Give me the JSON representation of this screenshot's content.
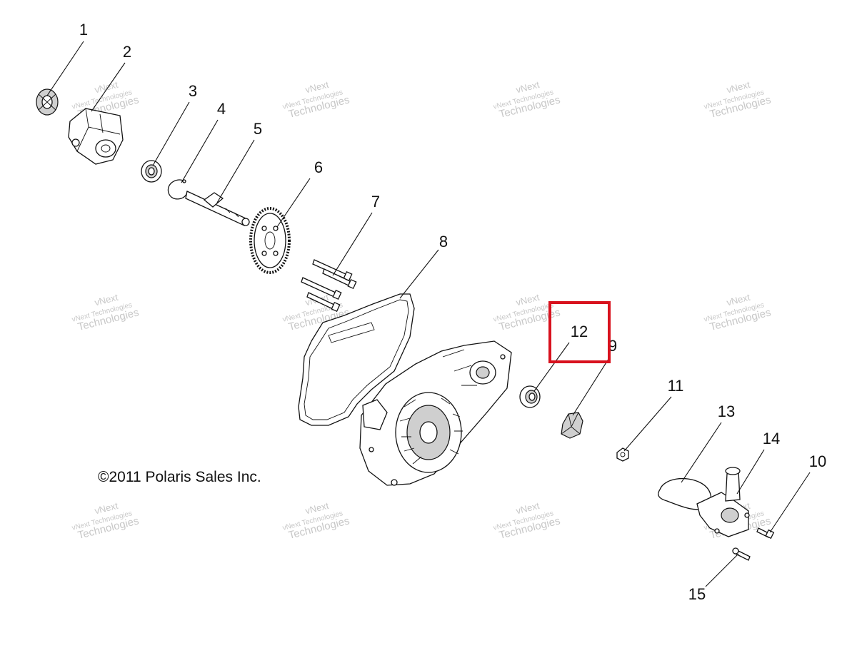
{
  "callouts": [
    {
      "id": "1",
      "label": "1"
    },
    {
      "id": "2",
      "label": "2"
    },
    {
      "id": "3",
      "label": "3"
    },
    {
      "id": "4",
      "label": "4"
    },
    {
      "id": "5",
      "label": "5"
    },
    {
      "id": "6",
      "label": "6"
    },
    {
      "id": "7",
      "label": "7"
    },
    {
      "id": "8",
      "label": "8"
    },
    {
      "id": "9",
      "label": "9"
    },
    {
      "id": "10",
      "label": "10"
    },
    {
      "id": "11",
      "label": "11"
    },
    {
      "id": "12",
      "label": "12"
    },
    {
      "id": "13",
      "label": "13"
    },
    {
      "id": "14",
      "label": "14"
    },
    {
      "id": "15",
      "label": "15"
    }
  ],
  "highlighted_callout": "12",
  "highlight_color": "#d8121e",
  "copyright": "©2011 Polaris Sales Inc.",
  "watermark": {
    "line1": "vNext Technologies",
    "line2": "Technologies",
    "small": "vNext"
  }
}
